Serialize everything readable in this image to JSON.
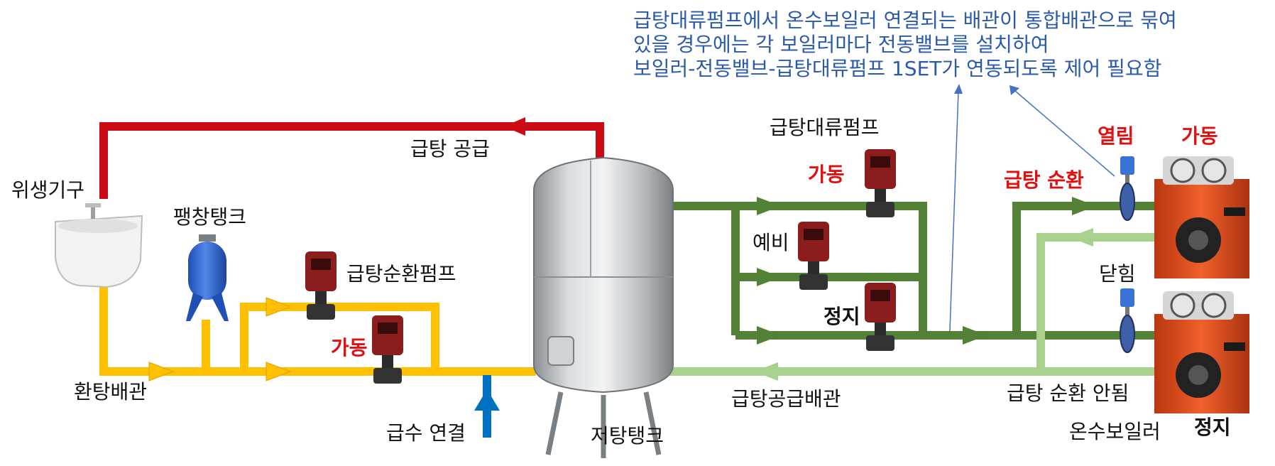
{
  "note": {
    "line1": "급탕대류펌프에서 온수보일러 연결되는 배관이 통합배관으로 묶여",
    "line2": "있을 경우에는 각 보일러마다 전동밸브를 설치하여",
    "line3": "보일러-전동밸브-급탕대류펌프 1SET가 연동되도록 제어 필요함"
  },
  "labels": {
    "fixture": "위생기구",
    "expansion_tank": "팽창탱크",
    "circ_pump": "급탕순환펌프",
    "circ_pump_status": "가동",
    "return_pipe": "환탕배관",
    "supply_top": "급탕 공급",
    "water_inlet": "급수 연결",
    "storage_tank": "저탕탱크",
    "conv_pump": "급탕대류펌프",
    "conv_pump1_status": "가동",
    "conv_pump2_status": "예비",
    "conv_pump3_status": "정지",
    "supply_pipe": "급탕공급배관",
    "circulation": "급탕 순환",
    "valve_open": "열림",
    "valve_closed": "닫힘",
    "boiler1_status": "가동",
    "boiler2_status": "정지",
    "no_circulation": "급탕 순환 안됨",
    "boiler": "온수보일러"
  },
  "colors": {
    "supply_red": "#cc0a14",
    "return_yellow": "#ffc000",
    "circ_green": "#538135",
    "light_green": "#a9d18e",
    "inlet_blue": "#0070c0",
    "boiler_orange": "#e8501e",
    "pump_red": "#8b1d1d",
    "note_blue": "#2a5aa8"
  }
}
